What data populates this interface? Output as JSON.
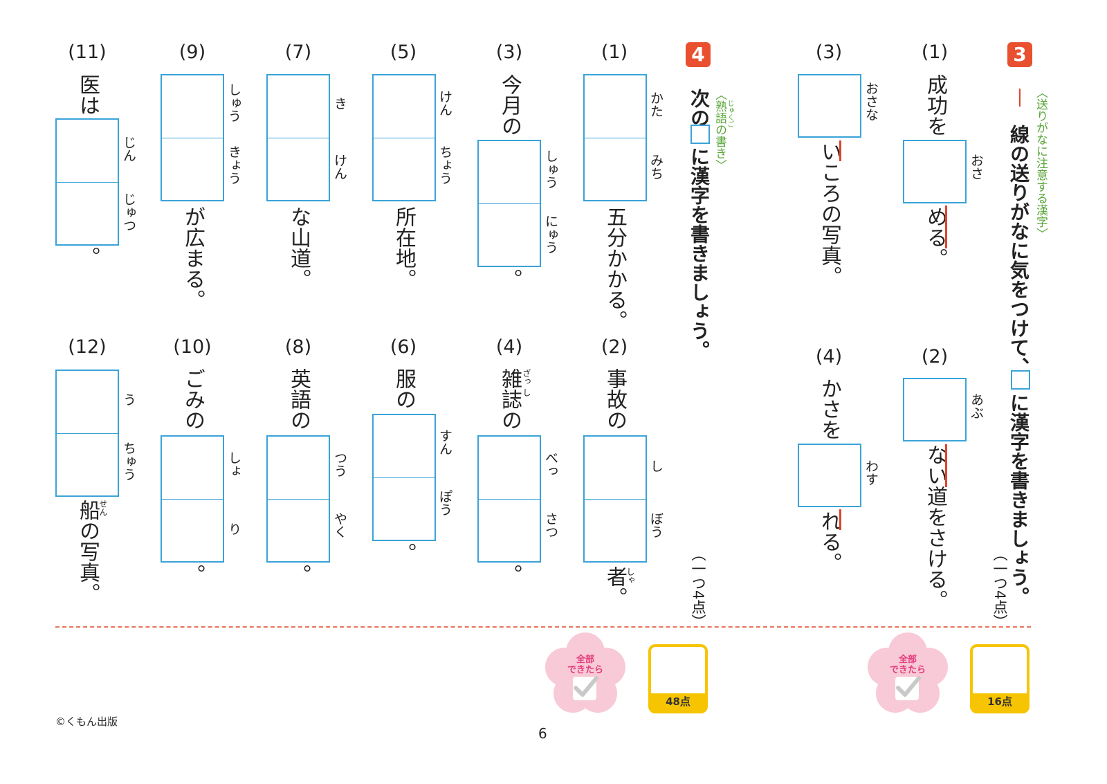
{
  "section3": {
    "number": "3",
    "category": "〈送りがなに注意する漢字〉",
    "instruction_a": "線の送りがなに気をつけて、",
    "instruction_b": "に漢字を書きましょう。",
    "points": "（一つ4点）",
    "score_total": "16点",
    "questions": [
      {
        "num": "(1)",
        "pre": "成功を",
        "reading": "おさ",
        "post": "める。"
      },
      {
        "num": "(2)",
        "reading": "あぶ",
        "post": "ない道をさける。"
      },
      {
        "num": "(3)",
        "reading": "おさな",
        "post": "いころの写真。"
      },
      {
        "num": "(4)",
        "pre": "かさを",
        "reading": "わす",
        "post": "れる。"
      }
    ]
  },
  "section4": {
    "number": "4",
    "category": "〈熟語の書き〉",
    "category_ruby": "じゅくご",
    "instruction_a": "次の",
    "instruction_b": "に漢字を書きましょう。",
    "points": "（一つ4点）",
    "score_total": "48点",
    "questions": [
      {
        "num": "(1)",
        "reading1": "かた",
        "reading2": "みち",
        "post": "五分かかる。"
      },
      {
        "num": "(2)",
        "pre": "事故の",
        "reading1": "し",
        "reading2": "ぼう",
        "post": "者。",
        "post_ruby": "しゃ"
      },
      {
        "num": "(3)",
        "pre": "今月の",
        "reading1": "しゅう",
        "reading2": "にゅう",
        "post": "。"
      },
      {
        "num": "(4)",
        "pre": "雑誌の",
        "pre_ruby": "ざっ し",
        "reading1": "べっ",
        "reading2": "さつ",
        "post": "。"
      },
      {
        "num": "(5)",
        "reading1": "けん",
        "reading2": "ちょう",
        "post": "所在地。"
      },
      {
        "num": "(6)",
        "pre": "服の",
        "reading1": "すん",
        "reading2": "ぽう",
        "post": "。"
      },
      {
        "num": "(7)",
        "reading1": "き",
        "reading2": "けん",
        "post": "な山道。"
      },
      {
        "num": "(8)",
        "pre": "英語の",
        "reading1": "つう",
        "reading2": "やく",
        "post": "。"
      },
      {
        "num": "(9)",
        "reading1": "しゅう",
        "reading2": "きょう",
        "post": "が広まる。"
      },
      {
        "num": "(10)",
        "pre": "ごみの",
        "reading1": "しょ",
        "reading2": "り",
        "post": "。"
      },
      {
        "num": "(11)",
        "pre": "医は",
        "reading1": "じん",
        "reading2": "じゅつ",
        "post": "。"
      },
      {
        "num": "(12)",
        "reading1": "う",
        "reading2": "ちゅう",
        "post": "船の写真。",
        "post_ruby": "せん"
      }
    ]
  },
  "stamp_text": "全部\nできたら",
  "copyright": "©くもん出版",
  "page_number": "6",
  "colors": {
    "box": "#3aa3d8",
    "badge": "#e8502f",
    "category": "#5aa63a",
    "underline": "#e0452b",
    "score": "#f6c400",
    "flower": "#f8c9d6",
    "stamp_text": "#e33d7d"
  }
}
